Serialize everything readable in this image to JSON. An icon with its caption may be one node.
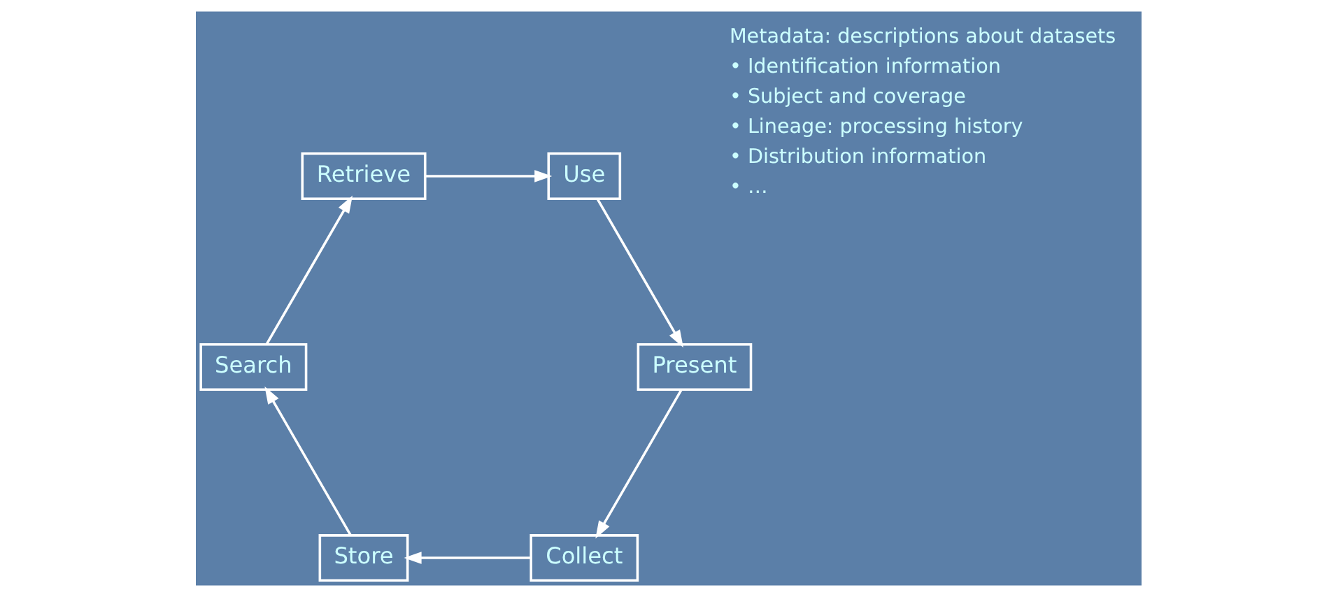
{
  "diagram": {
    "nodes": [
      {
        "text": [
          "Collect"
        ]
      },
      {
        "text": [
          "Store"
        ]
      },
      {
        "text": [
          "Search"
        ]
      },
      {
        "text": [
          "Retrieve"
        ]
      },
      {
        "text": [
          "Use"
        ]
      },
      {
        "text": [
          "Present"
        ]
      }
    ],
    "edges": [
      {
        "from": 0,
        "to": 1,
        "arrow": "to"
      },
      {
        "from": 1,
        "to": 2,
        "arrow": "to"
      },
      {
        "from": 2,
        "to": 3,
        "arrow": "to"
      },
      {
        "from": 3,
        "to": 4,
        "arrow": "to"
      },
      {
        "from": 4,
        "to": 5,
        "arrow": "to"
      },
      {
        "from": 5,
        "to": 0,
        "arrow": "to"
      }
    ],
    "labels": [
      "Metadata: descriptions about datasets",
      "• Identification information",
      "• Subject and coverage",
      "• Lineage: processing history",
      "• Distribution information",
      "• …"
    ]
  }
}
